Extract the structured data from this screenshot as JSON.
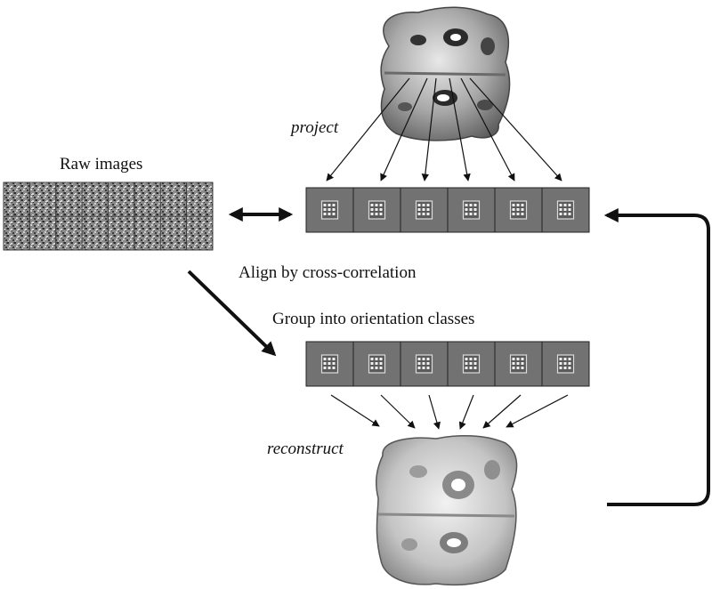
{
  "labels": {
    "project": "project",
    "raw_images": "Raw images",
    "align": "Align by cross-correlation",
    "group": "Group into orientation classes",
    "reconstruct": "reconstruct"
  },
  "projection_strip": {
    "panel_count": 6
  },
  "class_strip": {
    "panel_count": 6
  },
  "raw_images": {
    "rows": 2,
    "cols": 8
  }
}
